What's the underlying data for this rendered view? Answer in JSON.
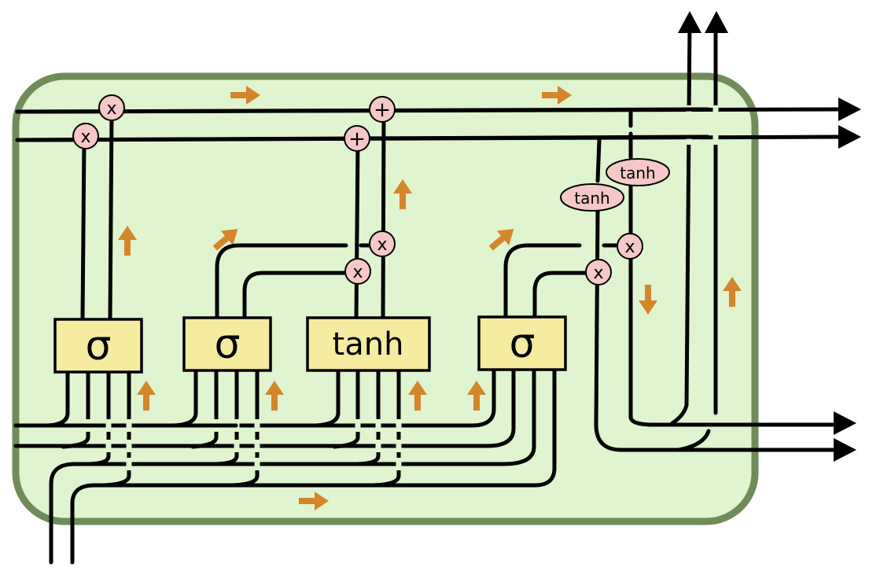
{
  "colors": {
    "cell_fill": "#dff4cf",
    "cell_border": "#6f8c59",
    "gate_fill": "#f5eca0",
    "op_fill": "#f7c8c8",
    "flow_arrow": "#d5852b",
    "wire": "#000000"
  },
  "gates": [
    {
      "id": "sigma-1",
      "label": "σ"
    },
    {
      "id": "sigma-2",
      "label": "σ"
    },
    {
      "id": "tanh-gate",
      "label": "tanh"
    },
    {
      "id": "sigma-3",
      "label": "σ"
    }
  ],
  "operations": {
    "mult": "x",
    "add": "+",
    "tanh": "tanh"
  },
  "icons": {
    "flow_arrow": "orange-arrow-icon",
    "output_arrow": "black-arrowhead-icon"
  }
}
